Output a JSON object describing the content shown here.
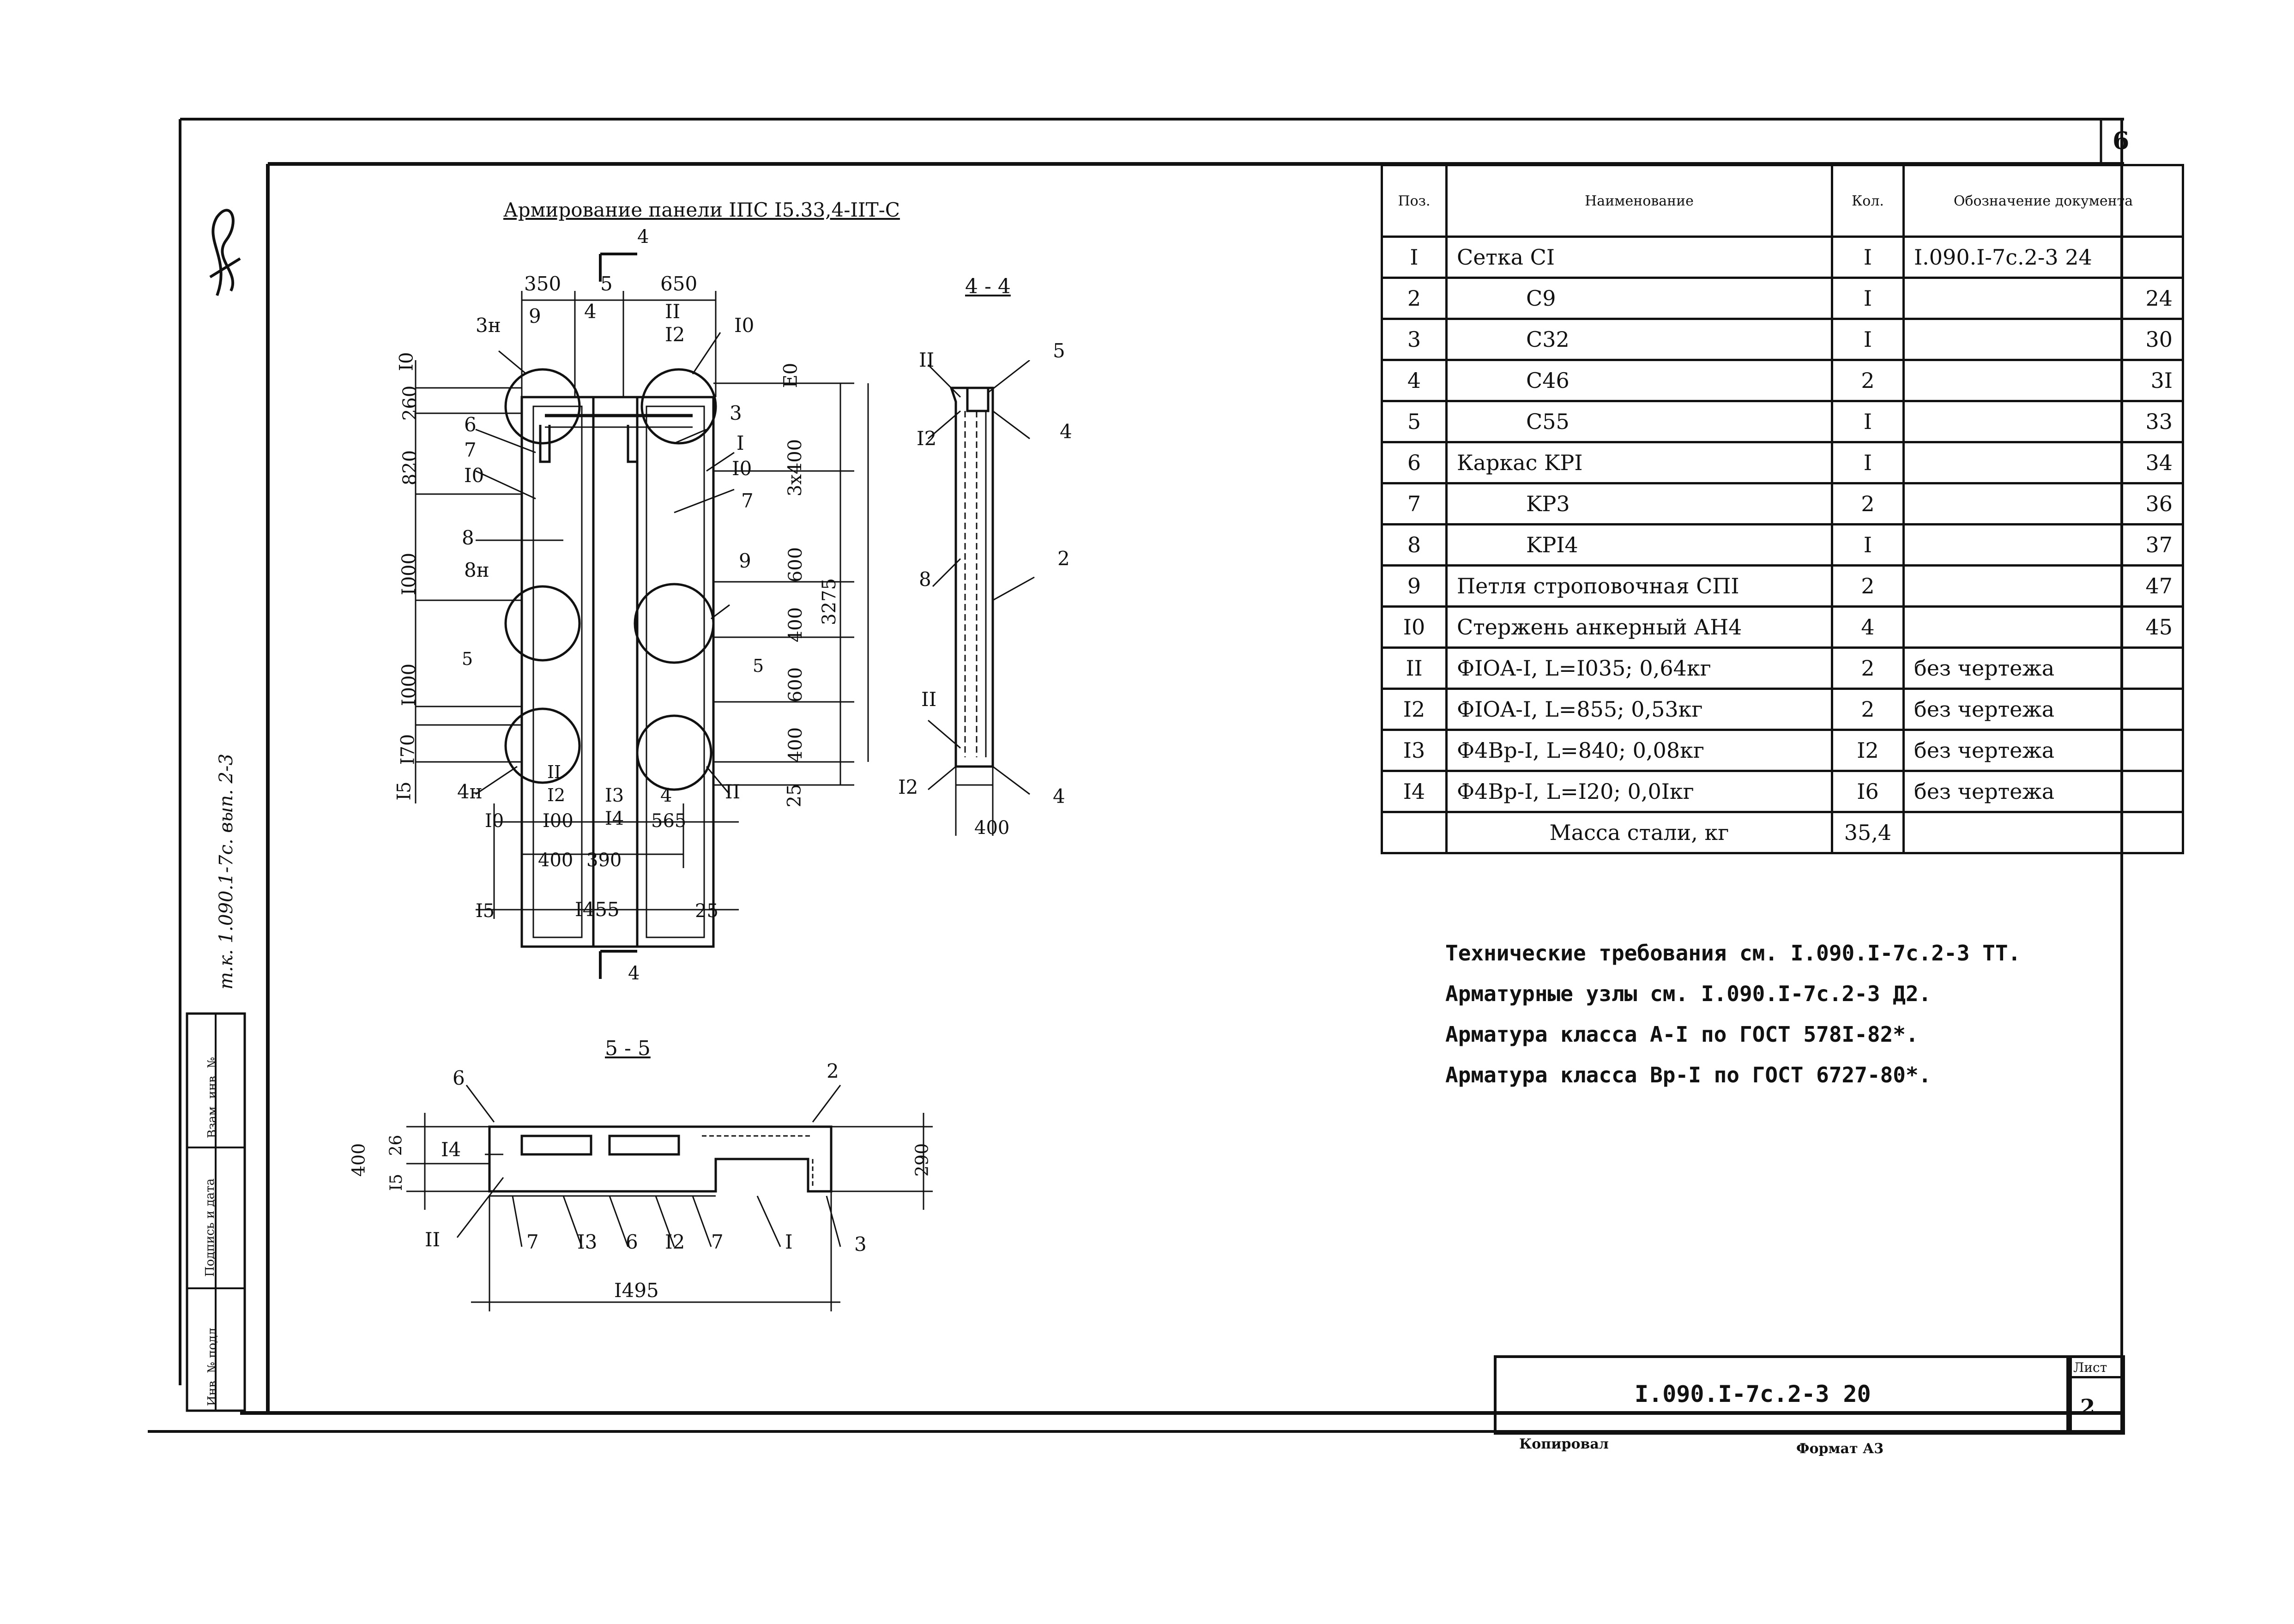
{
  "sheet": {
    "corner_number": "6",
    "sheet_label": "Лист",
    "sheet_number": "2",
    "document_code": "I.090.I-7с.2-3 20",
    "copied_by": "Копировал",
    "format": "Формат А3",
    "side_note": "т.к. 1.090.1-7с. вып. 2-3",
    "side_stamp": [
      "Инв. № подл.",
      "Подпись и дата",
      "Взам. инв. №"
    ]
  },
  "drawing": {
    "title": "Армирование панели IПС I5.33,4-IIТ-С",
    "section_44": "4 - 4",
    "section_55": "5 - 5",
    "dims_top": [
      "350",
      "650"
    ],
    "dims_left": [
      "I0",
      "260",
      "820",
      "I000",
      "I000",
      "I70",
      "I5"
    ],
    "dims_right": [
      "E0",
      "3x400",
      "600",
      "400",
      "600",
      "400",
      "25"
    ],
    "dim_total_height": "3275",
    "dims_bottom": [
      "I0",
      "I00",
      "400",
      "390",
      "565"
    ],
    "dim_width": "I455",
    "dim_left_edge": "I5",
    "dim_right_edge": "25",
    "dim_section44_width": "400",
    "dims_section55": [
      "400",
      "26",
      "I5",
      "290",
      "I495"
    ],
    "callouts_plan": [
      "3н",
      "9",
      "4",
      "5",
      "II",
      "I2",
      "I0",
      "3",
      "I",
      "I0",
      "7",
      "6",
      "7",
      "I0",
      "8",
      "8н",
      "9",
      "5",
      "5",
      "4н",
      "II",
      "I2",
      "I3",
      "I4",
      "4",
      "II"
    ],
    "callouts_44": [
      "II",
      "5",
      "I2",
      "4",
      "8",
      "2",
      "II",
      "I2",
      "4"
    ],
    "callouts_55": [
      "6",
      "2",
      "I4",
      "II",
      "7",
      "I3",
      "6",
      "I2",
      "7",
      "I",
      "3"
    ],
    "section_marks": [
      "4",
      "4"
    ]
  },
  "spec_table": {
    "headers": [
      "Поз.",
      "Наименование",
      "Кол.",
      "Обозначение документа"
    ],
    "rows": [
      {
        "pos": "I",
        "name": "Сетка CI",
        "qty": "I",
        "doc": "I.090.I-7с.2-3 24"
      },
      {
        "pos": "2",
        "name": "C9",
        "qty": "I",
        "doc": "24"
      },
      {
        "pos": "3",
        "name": "C32",
        "qty": "I",
        "doc": "30"
      },
      {
        "pos": "4",
        "name": "C46",
        "qty": "2",
        "doc": "3I"
      },
      {
        "pos": "5",
        "name": "C55",
        "qty": "I",
        "doc": "33"
      },
      {
        "pos": "6",
        "name": "Каркас KPI",
        "qty": "I",
        "doc": "34"
      },
      {
        "pos": "7",
        "name": "KP3",
        "qty": "2",
        "doc": "36"
      },
      {
        "pos": "8",
        "name": "KPI4",
        "qty": "I",
        "doc": "37"
      },
      {
        "pos": "9",
        "name": "Петля строповочная СПI",
        "qty": "2",
        "doc": "47"
      },
      {
        "pos": "I0",
        "name": "Стержень анкерный АН4",
        "qty": "4",
        "doc": "45"
      },
      {
        "pos": "II",
        "name": "ФIOA-I, L=I035; 0,64кг",
        "qty": "2",
        "doc": "без чертежа"
      },
      {
        "pos": "I2",
        "name": "ФIOA-I, L=855; 0,53кг",
        "qty": "2",
        "doc": "без чертежа"
      },
      {
        "pos": "I3",
        "name": "Ф4Вр-I, L=840; 0,08кг",
        "qty": "I2",
        "doc": "без чертежа"
      },
      {
        "pos": "I4",
        "name": "Ф4Вр-I, L=I20; 0,0Iкг",
        "qty": "I6",
        "doc": "без чертежа"
      }
    ],
    "total_label": "Масса стали, кг",
    "total_value": "35,4"
  },
  "notes": [
    "Технические требования см. I.090.I-7с.2-3 ТТ.",
    "Арматурные узлы см. I.090.I-7с.2-3 Д2.",
    "Арматура класса А-I по ГОСТ 578I-82*.",
    "Арматура класса Вр-I по ГОСТ 6727-80*."
  ]
}
